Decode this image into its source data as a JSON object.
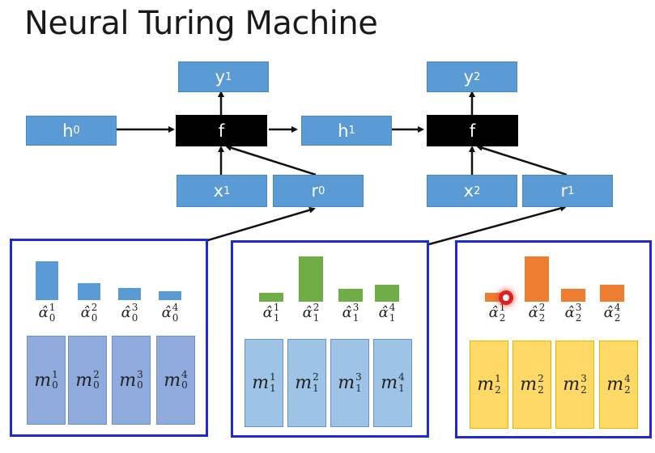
{
  "title": "Neural Turing Machine",
  "nodes": {
    "y1": {
      "base": "y",
      "sup": "1"
    },
    "y2": {
      "base": "y",
      "sup": "2"
    },
    "h0": {
      "base": "h",
      "sup": "0"
    },
    "f1": {
      "label": "f"
    },
    "h1": {
      "base": "h",
      "sup": "1"
    },
    "f2": {
      "label": "f"
    },
    "x1": {
      "base": "x",
      "sup": "1"
    },
    "r0": {
      "base": "r",
      "sup": "0"
    },
    "x2": {
      "base": "x",
      "sup": "2"
    },
    "r1": {
      "base": "r",
      "sup": "1"
    }
  },
  "panels": [
    {
      "color": "#5b9bd5",
      "mem_color": "#8faadc",
      "attention_values": [
        0.85,
        0.38,
        0.27,
        0.2
      ],
      "alpha": [
        {
          "base": "α̂",
          "sup": "1",
          "sub": "0"
        },
        {
          "base": "α̂",
          "sup": "2",
          "sub": "0"
        },
        {
          "base": "α̂",
          "sup": "3",
          "sub": "0"
        },
        {
          "base": "α̂",
          "sup": "4",
          "sub": "0"
        }
      ],
      "memory": [
        {
          "base": "m",
          "sup": "1",
          "sub": "0"
        },
        {
          "base": "m",
          "sup": "2",
          "sub": "0"
        },
        {
          "base": "m",
          "sup": "3",
          "sub": "0"
        },
        {
          "base": "m",
          "sup": "4",
          "sub": "0"
        }
      ]
    },
    {
      "color": "#70ad47",
      "mem_color": "#9dc3e6",
      "attention_values": [
        0.2,
        1.0,
        0.28,
        0.38
      ],
      "alpha": [
        {
          "base": "α̂",
          "sup": "1",
          "sub": "1"
        },
        {
          "base": "α̂",
          "sup": "2",
          "sub": "1"
        },
        {
          "base": "α̂",
          "sup": "3",
          "sub": "1"
        },
        {
          "base": "α̂",
          "sup": "4",
          "sub": "1"
        }
      ],
      "memory": [
        {
          "base": "m",
          "sup": "1",
          "sub": "1"
        },
        {
          "base": "m",
          "sup": "2",
          "sub": "1"
        },
        {
          "base": "m",
          "sup": "3",
          "sub": "1"
        },
        {
          "base": "m",
          "sup": "4",
          "sub": "1"
        }
      ]
    },
    {
      "color": "#ed7d31",
      "mem_color": "#ffd966",
      "attention_values": [
        0.2,
        1.0,
        0.28,
        0.38
      ],
      "alpha": [
        {
          "base": "α̂",
          "sup": "1",
          "sub": "2"
        },
        {
          "base": "α̂",
          "sup": "2",
          "sub": "2"
        },
        {
          "base": "α̂",
          "sup": "3",
          "sub": "2"
        },
        {
          "base": "α̂",
          "sup": "4",
          "sub": "2"
        }
      ],
      "memory": [
        {
          "base": "m",
          "sup": "1",
          "sub": "2"
        },
        {
          "base": "m",
          "sup": "2",
          "sub": "2"
        },
        {
          "base": "m",
          "sup": "3",
          "sub": "2"
        },
        {
          "base": "m",
          "sup": "4",
          "sub": "2"
        }
      ]
    }
  ]
}
